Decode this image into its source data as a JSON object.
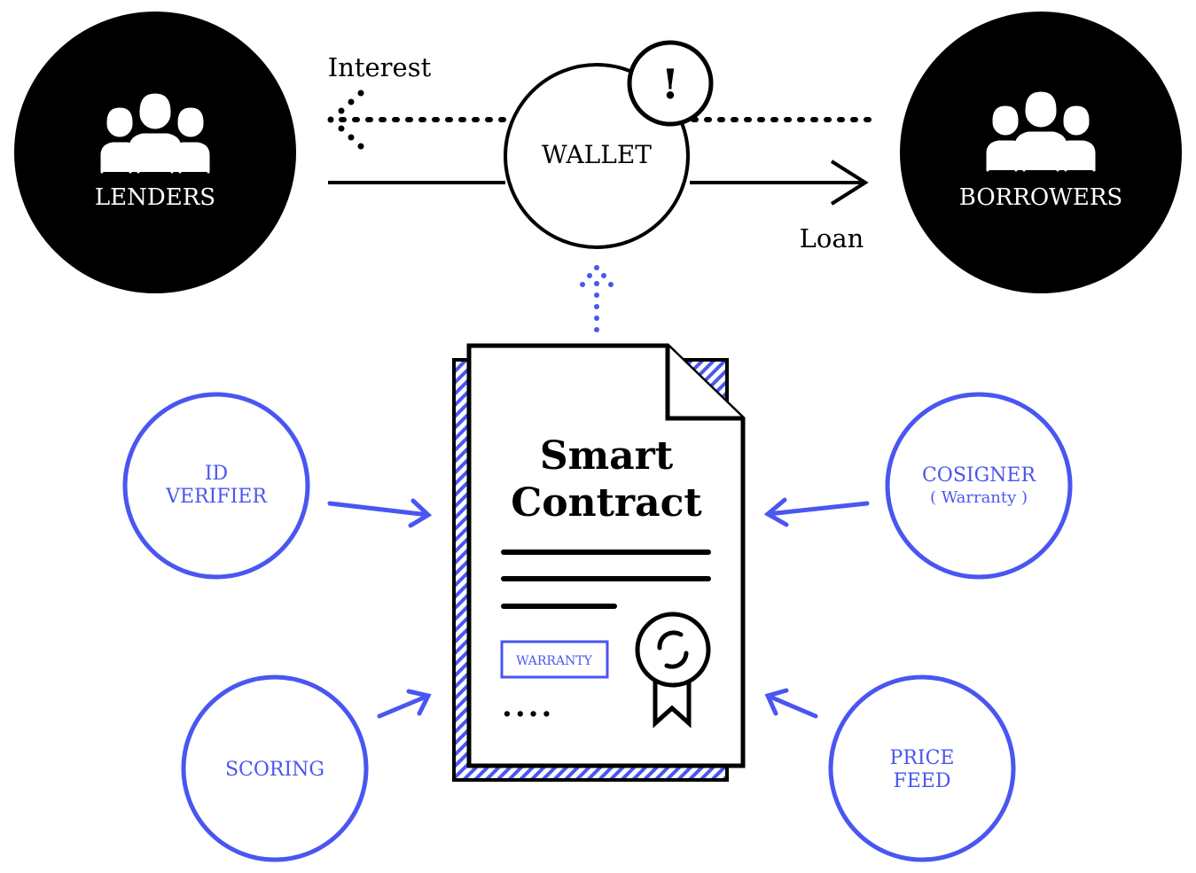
{
  "colors": {
    "black": "#000000",
    "white": "#ffffff",
    "blue": "#4a56f0"
  },
  "nodes": {
    "lenders": {
      "label": "LENDERS",
      "icon": "people-group-icon"
    },
    "borrowers": {
      "label": "BORROWERS",
      "icon": "people-group-icon"
    },
    "wallet": {
      "label": "WALLET",
      "alert_glyph": "!"
    }
  },
  "flows": {
    "interest_label": "Interest",
    "loan_label": "Loan"
  },
  "contract": {
    "title_line1": "Smart",
    "title_line2": "Contract",
    "warranty_label": "WARRANTY",
    "ellipsis": "....",
    "seal_icon": "award-seal-icon"
  },
  "oracles": {
    "id_verifier": {
      "line1": "ID",
      "line2": "VERIFIER"
    },
    "cosigner": {
      "line1": "COSIGNER",
      "line2": "( Warranty )"
    },
    "scoring": {
      "line1": "SCORING"
    },
    "price_feed": {
      "line1": "PRICE",
      "line2": "FEED"
    }
  }
}
